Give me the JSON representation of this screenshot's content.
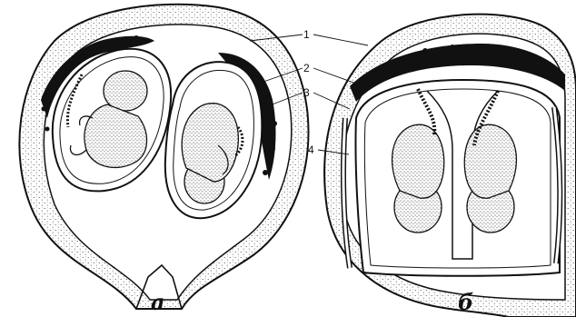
{
  "labels": [
    "1",
    "2",
    "3",
    "4"
  ],
  "captions": {
    "left": "а",
    "right": "б"
  }
}
